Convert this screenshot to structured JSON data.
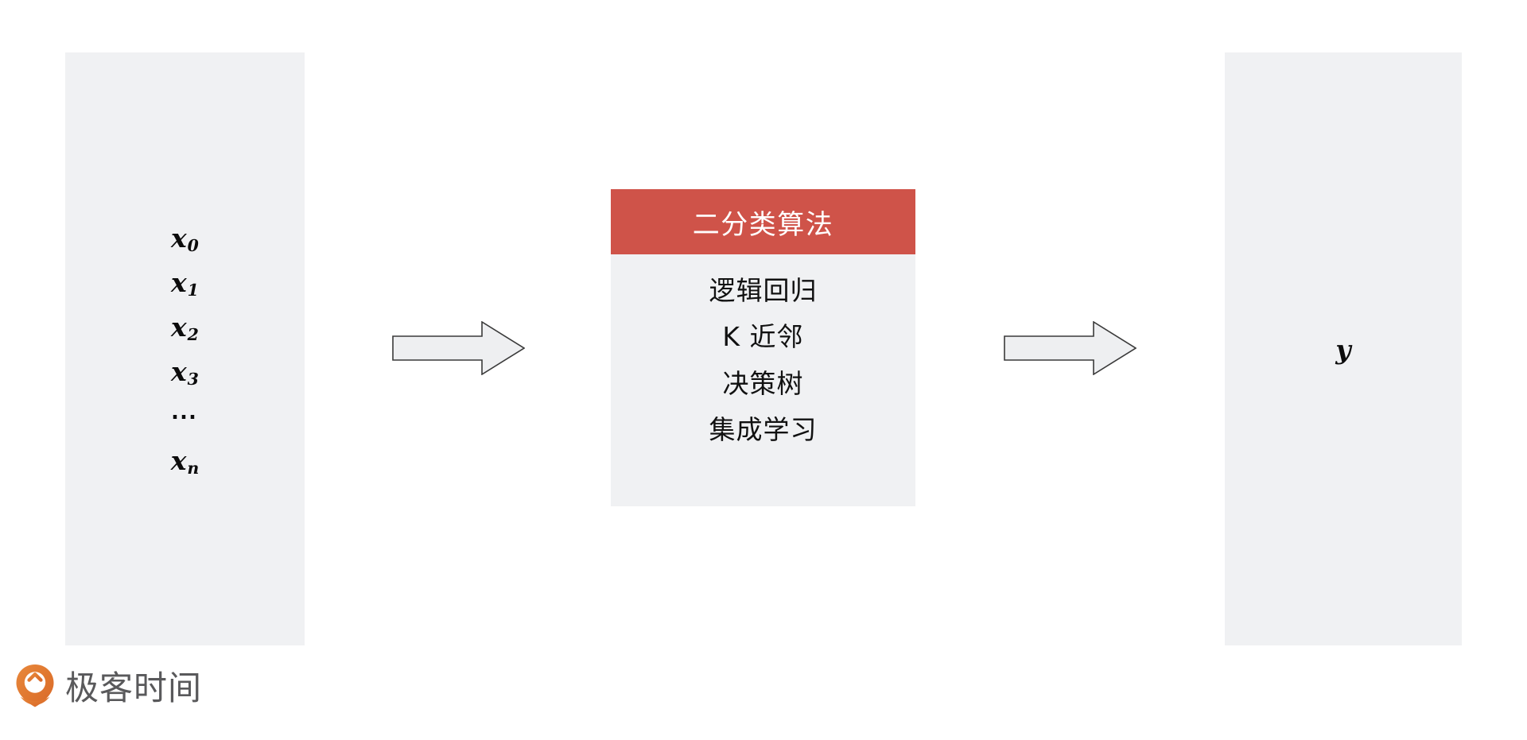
{
  "slide": {
    "background_color": "#ffffff",
    "panel_color": "#f0f1f3",
    "accent_color": "#cf5349",
    "text_color": "#111111",
    "brand_color": "#e07b39"
  },
  "input_panel": {
    "name": "input-features",
    "variables": [
      {
        "base": "x",
        "sub": "0"
      },
      {
        "base": "x",
        "sub": "1"
      },
      {
        "base": "x",
        "sub": "2"
      },
      {
        "base": "x",
        "sub": "3"
      },
      {
        "base": "⋯",
        "sub": ""
      },
      {
        "base": "x",
        "sub": "n"
      }
    ]
  },
  "algorithm_card": {
    "header_title": "二分类算法",
    "header_color": "#cf5349",
    "items": [
      "逻辑回归",
      "K 近邻",
      "决策树",
      "集成学习"
    ]
  },
  "output_panel": {
    "name": "output-label",
    "variable": "y"
  },
  "arrows": [
    {
      "name": "arrow-input-to-model",
      "direction": "right"
    },
    {
      "name": "arrow-model-to-output",
      "direction": "right"
    }
  ],
  "brand": {
    "icon": "geektime-pin-icon",
    "text": "极客时间"
  }
}
